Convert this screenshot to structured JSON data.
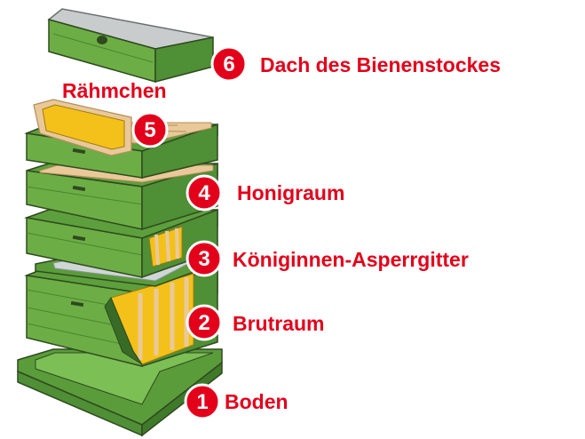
{
  "colors": {
    "accent_red": "#e3001b",
    "wood_green_light": "#6cae45",
    "wood_green_mid": "#4f8f35",
    "wood_green_dark": "#386b26",
    "outline": "#2f4a1f",
    "honeycomb": "#f3c11a",
    "frame_wood": "#e9c99a",
    "grid_metal": "#cfd6d6"
  },
  "parts": [
    {
      "number": "6",
      "label": "Dach des Bienenstockes"
    },
    {
      "number": "5",
      "label": "Rähmchen"
    },
    {
      "number": "4",
      "label": "Honigraum"
    },
    {
      "number": "3",
      "label": "Königinnen-Asperrgitter"
    },
    {
      "number": "2",
      "label": "Brutraum"
    },
    {
      "number": "1",
      "label": "Boden"
    }
  ]
}
